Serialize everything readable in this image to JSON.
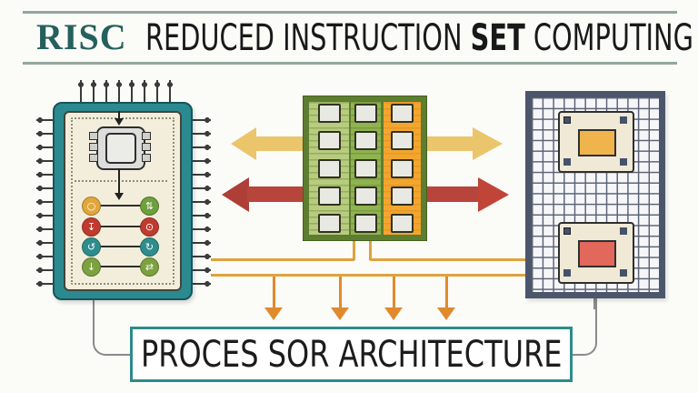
{
  "header": {
    "acronym": "RISC",
    "title_part1": "REDUCED INSTRUCTION ",
    "title_part2": "SET",
    "title_part3": " COMPUTING"
  },
  "footer": {
    "label": "PROCES SOR ARCHITECTURE"
  },
  "colors": {
    "accent_teal": "#2e8b8b",
    "acronym_teal": "#26605e",
    "header_rule_green": "#93a69b",
    "chip_teal": "#2b8a90",
    "chip_panel_cream": "#f3eedb",
    "register_bank_border_green": "#5d7d30",
    "register_col_light_green": "#b7cc7e",
    "register_col_mid_green": "#8fb350",
    "register_col_orange": "#f3a62f",
    "arrow_yellow": "#ebc56b",
    "arrow_red": "#b8453c",
    "bus_orange": "#dfa23f",
    "bus_arrow_orange": "#e08a2e",
    "board_slate": "#4c566b",
    "module_die_orange": "#f0b44c",
    "module_die_red": "#e2685c"
  },
  "processor": {
    "indicators": [
      {
        "left": {
          "icon": "ring-icon",
          "glyph": "○",
          "color": "#e2a73c"
        },
        "right": {
          "icon": "sort-arrows-icon",
          "glyph": "⇅",
          "color": "#6f9f3e"
        }
      },
      {
        "left": {
          "icon": "download-arrow-icon",
          "glyph": "↧",
          "color": "#bf3b2f"
        },
        "right": {
          "icon": "power-icon",
          "glyph": "⊙",
          "color": "#bf3b2f"
        }
      },
      {
        "left": {
          "icon": "undo-icon",
          "glyph": "↺",
          "color": "#2e8d8d"
        },
        "right": {
          "icon": "redo-icon",
          "glyph": "↻",
          "color": "#2e8d8d"
        }
      },
      {
        "left": {
          "icon": "down-arrow-icon",
          "glyph": "↓",
          "color": "#7ca23f"
        },
        "right": {
          "icon": "swap-arrows-icon",
          "glyph": "⇄",
          "color": "#7ca23f"
        }
      }
    ]
  }
}
